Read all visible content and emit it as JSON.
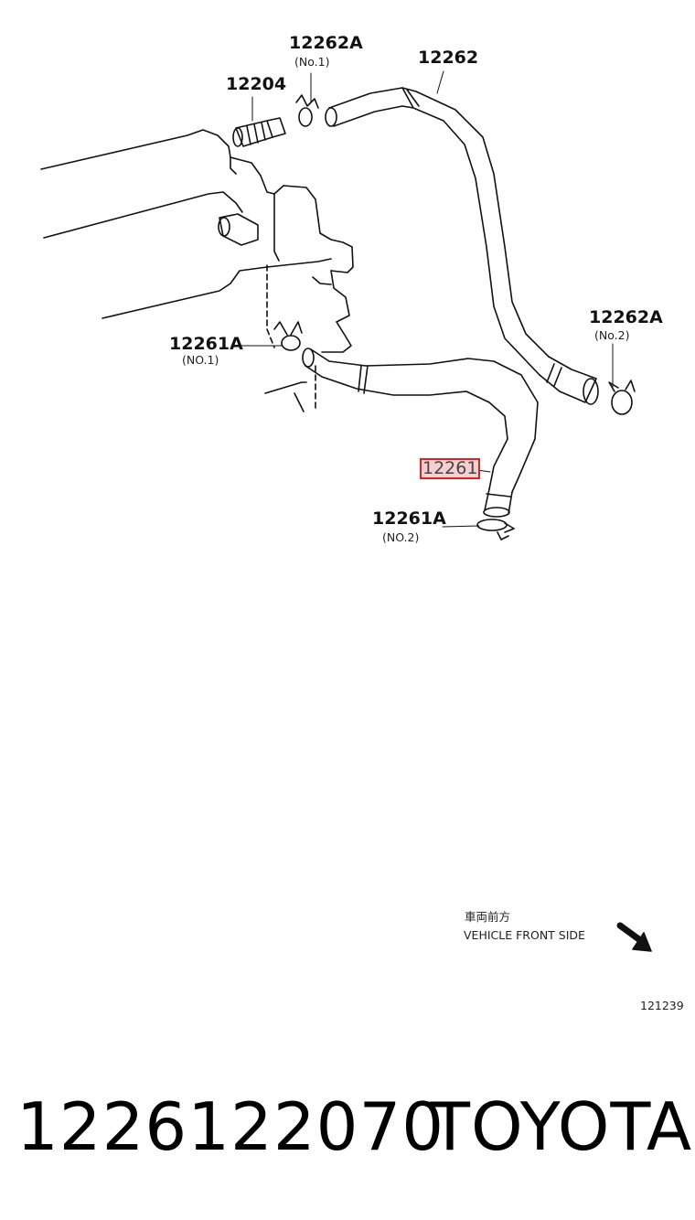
{
  "callouts": {
    "clamp_no1_top": {
      "code": "12262A",
      "sub": "(No.1)"
    },
    "hose_top": {
      "code": "12262"
    },
    "valve": {
      "code": "12204"
    },
    "clamp_no2_right": {
      "code": "12262A",
      "sub": "(No.2)"
    },
    "clamp_no1_left": {
      "code": "12261A",
      "sub": "(NO.1)"
    },
    "hose_selected": {
      "code": "12261"
    },
    "clamp_no2_bottom": {
      "code": "12261A",
      "sub": "(NO.2)"
    }
  },
  "direction": {
    "label_jp": "車両前方",
    "label_en": "VEHICLE FRONT SIDE",
    "icon": "arrow-icon"
  },
  "diagram_id": "121239",
  "footer": {
    "part_number": "1226122070",
    "brand": "TOYOTA"
  },
  "colors": {
    "line": "#111111",
    "highlight_border": "#dd2222",
    "highlight_fill": "#f6d0d0"
  }
}
